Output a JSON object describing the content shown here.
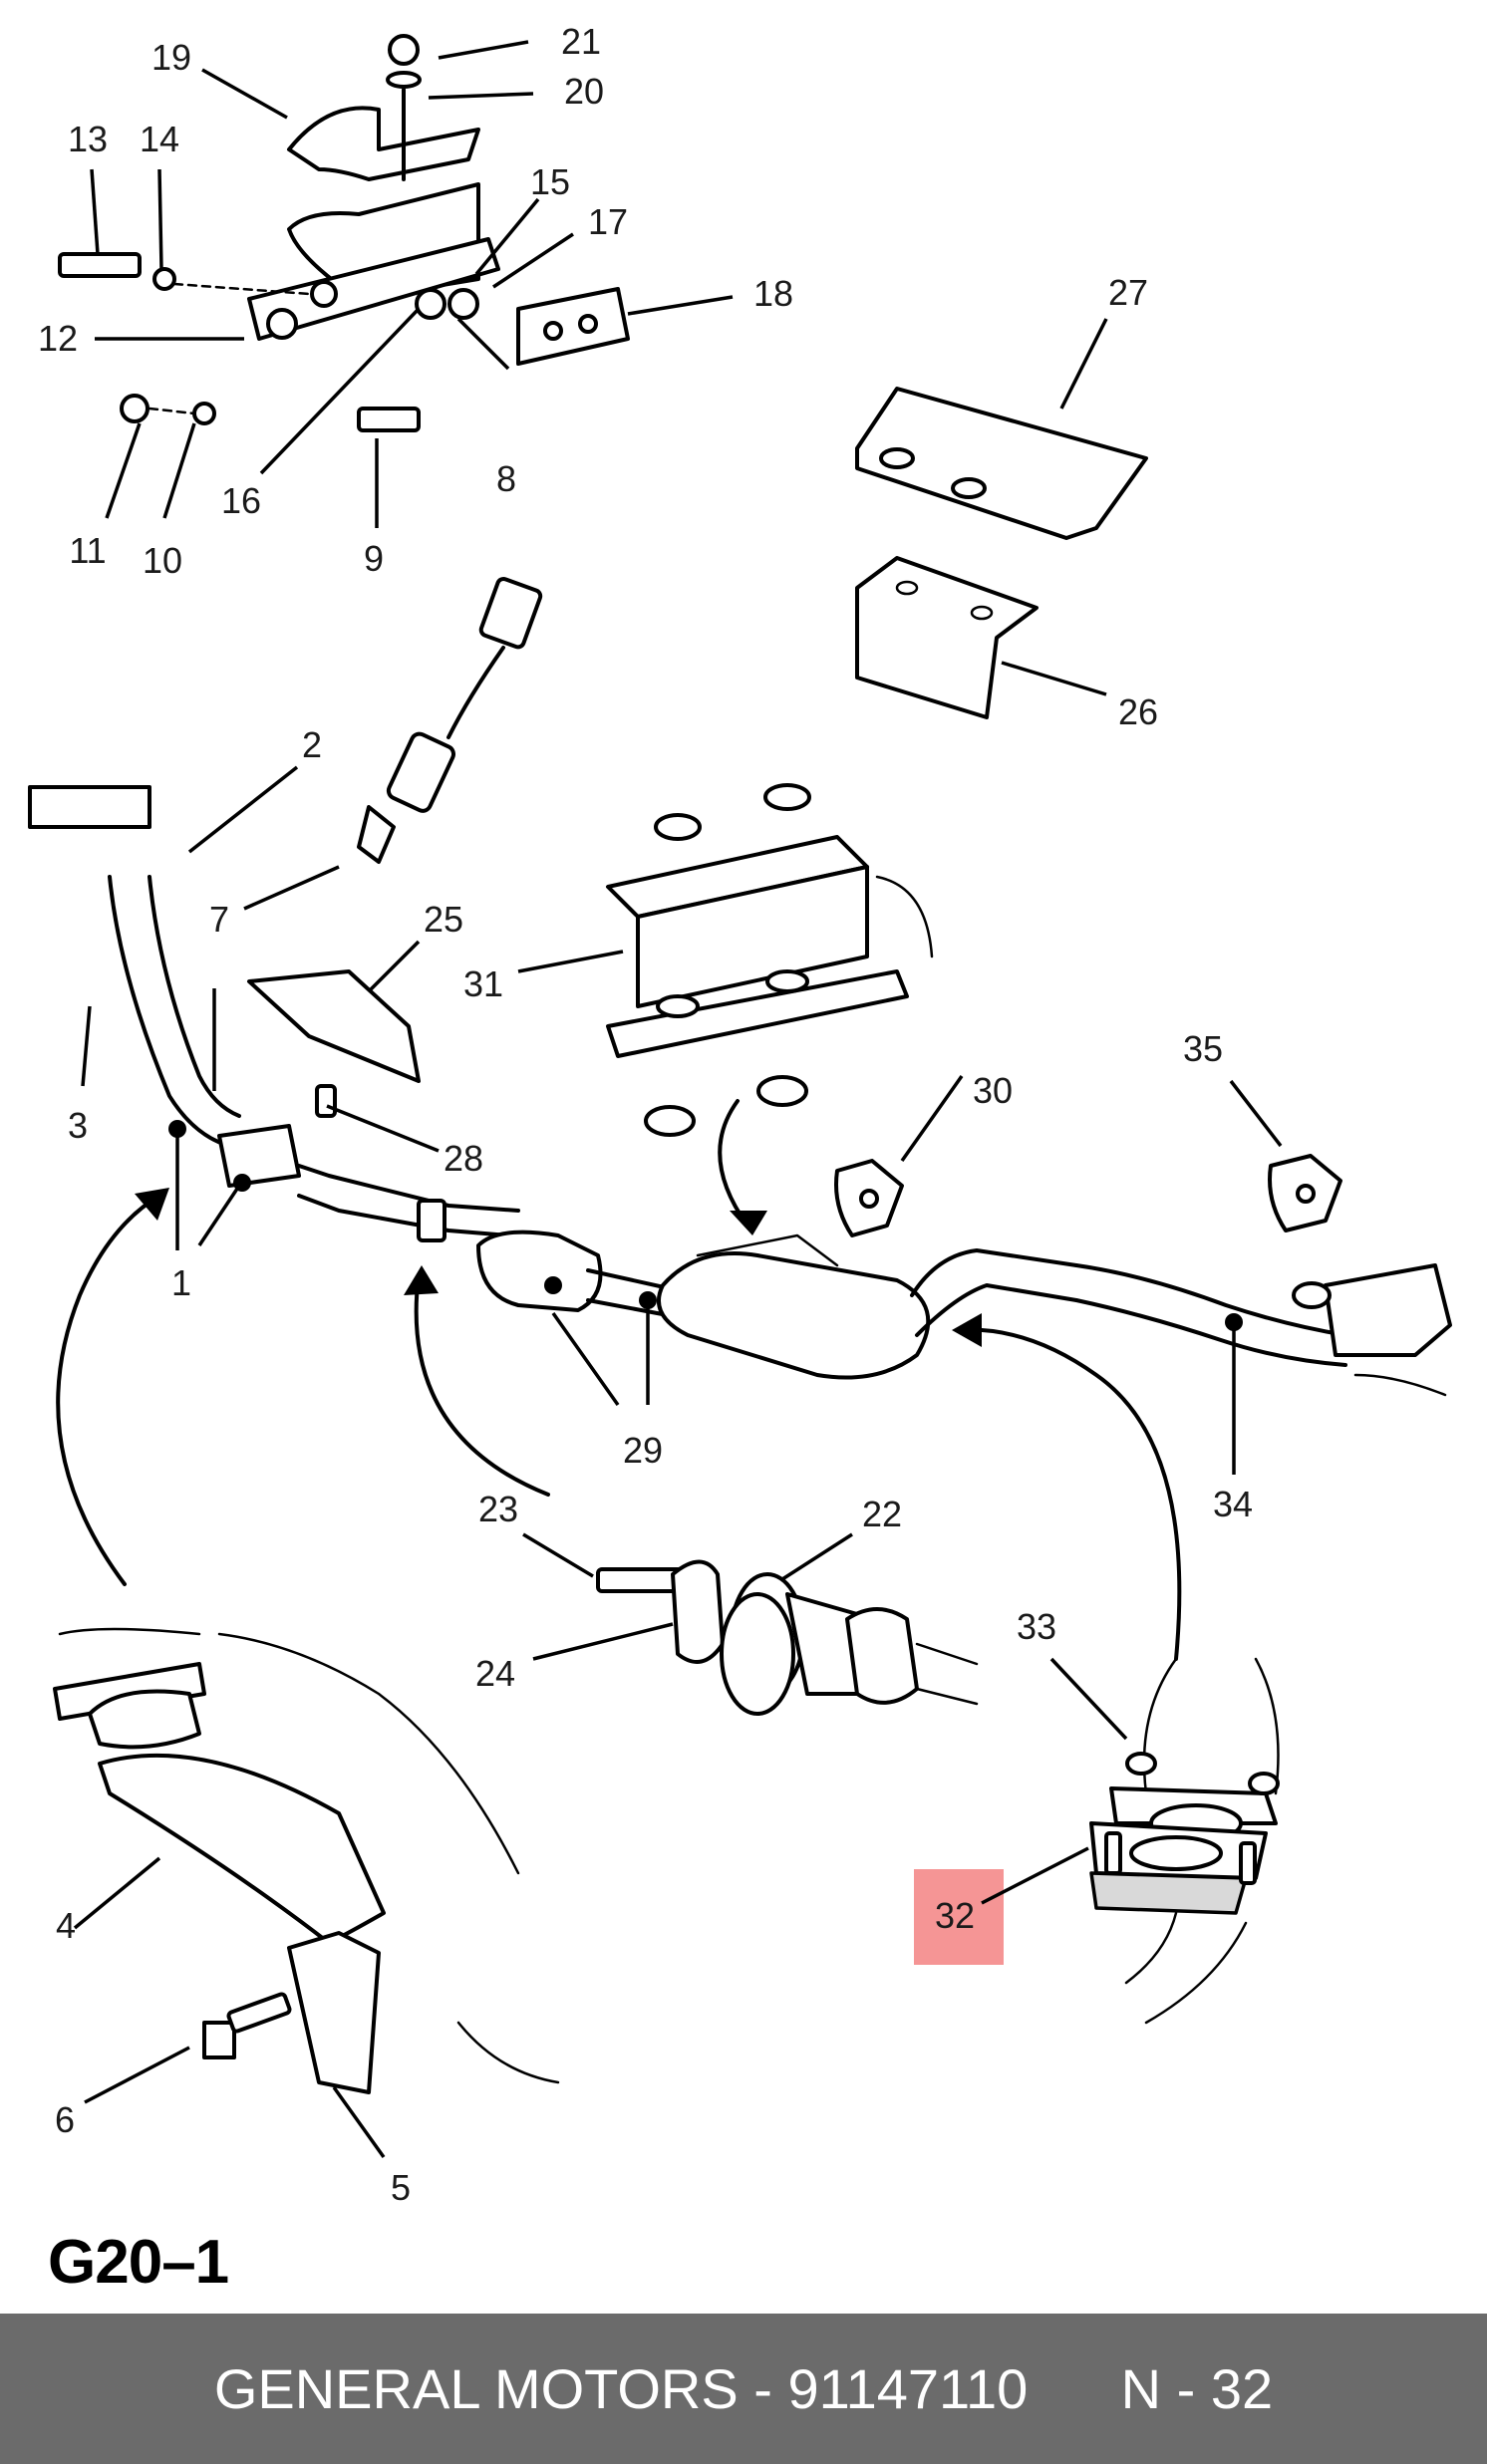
{
  "figure": {
    "code": "G20–1",
    "highlighted_callout": "32",
    "highlight_color": "#f48a8a",
    "callouts": [
      "1",
      "1",
      "2",
      "3",
      "4",
      "5",
      "6",
      "7",
      "8",
      "9",
      "10",
      "11",
      "12",
      "13",
      "14",
      "15",
      "16",
      "17",
      "18",
      "19",
      "20",
      "21",
      "22",
      "23",
      "24",
      "25",
      "26",
      "27",
      "28",
      "29",
      "29",
      "30",
      "31",
      "32",
      "33",
      "34",
      "35"
    ]
  },
  "footer": {
    "brand": "GENERAL MOTORS",
    "separator": " - ",
    "part_number": "91147110",
    "reference": "N - 32",
    "background": "#6b6b6b"
  }
}
